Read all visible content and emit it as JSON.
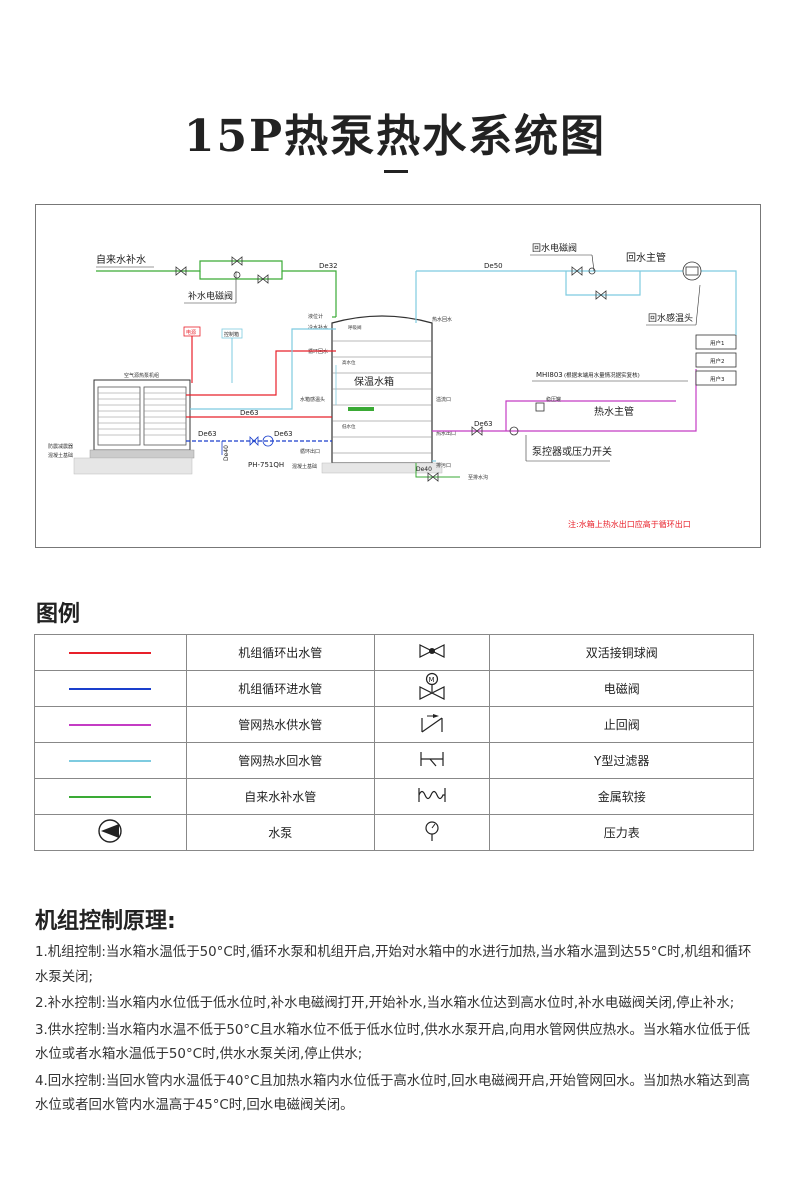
{
  "title": "15P热泵热水系统图",
  "diagram": {
    "labels": {
      "tap_water_inlet": "自来水补水",
      "makeup_solenoid_valve": "补水电磁阀",
      "return_solenoid_valve": "回水电磁阀",
      "return_main": "回水主管",
      "return_temp_head": "回水感温头",
      "tank": "保温水箱",
      "hot_water_main": "热水主管",
      "pump_controller": "泵控器或压力开关",
      "mhi_note": "(根据末端用水量情况据实复核)",
      "mhi_model": "MHI803",
      "heat_pump_unit": "空气源热泵机组",
      "de32": "De32",
      "de50": "De50",
      "de63_a": "De63",
      "de63_b": "De63",
      "de63_c": "De63",
      "de63_d": "De63",
      "de40_a": "De40",
      "de40_b": "De40",
      "pump_model": "PH-751QH",
      "user1": "用户1",
      "user2": "用户2",
      "user3": "用户3",
      "power": "电源",
      "controller": "控制箱",
      "level_gauge": "液位计",
      "cold_makeup": "冷水补水",
      "hot_return": "热水回水",
      "circ_return": "循环回水",
      "tank_temp_sensor": "水箱感温头",
      "hot_outlet": "热水出口",
      "circ_outlet": "循环出口",
      "drain": "排污口",
      "pressure_tank": "稳压罐",
      "foundation_a": "混凝土基础",
      "foundation_b": "混凝土基础",
      "anti_vibration": "防震减震器",
      "drain_pipe": "至排水沟",
      "overflow": "溢流口",
      "relief": "呼吸阀",
      "high_level": "高水位",
      "low_level": "低水位",
      "note": "注:水箱上热水出口应高于循环出口"
    }
  },
  "legend": {
    "heading": "图例",
    "rows": [
      {
        "line_color": "#e8202a",
        "line_label": "机组循环出水管",
        "symbol": "double-ball-valve-icon",
        "symbol_label": "双活接铜球阀"
      },
      {
        "line_color": "#1a3fcc",
        "line_label": "机组循环进水管",
        "symbol": "solenoid-valve-icon",
        "symbol_label": "电磁阀"
      },
      {
        "line_color": "#c43cc4",
        "line_label": "管网热水供水管",
        "symbol": "check-valve-icon",
        "symbol_label": "止回阀"
      },
      {
        "line_color": "#7ecbe0",
        "line_label": "管网热水回水管",
        "symbol": "y-filter-icon",
        "symbol_label": "Y型过滤器"
      },
      {
        "line_color": "#3aaa35",
        "line_label": "自来水补水管",
        "symbol": "flexible-joint-icon",
        "symbol_label": "金属软接"
      },
      {
        "line_color": "",
        "line_label": "水泵",
        "symbol": "pressure-gauge-icon",
        "symbol_label": "压力表"
      }
    ]
  },
  "principles": {
    "heading": "机组控制原理:",
    "items": [
      "1.机组控制:当水箱水温低于50°C时,循环水泵和机组开启,开始对水箱中的水进行加热,当水箱水温到达55°C时,机组和循环水泵关闭;",
      "2.补水控制:当水箱内水位低于低水位时,补水电磁阀打开,开始补水,当水箱水位达到高水位时,补水电磁阀关闭,停止补水;",
      "3.供水控制:当水箱内水温不低于50°C且水箱水位不低于低水位时,供水水泵开启,向用水管网供应热水。当水箱水位低于低水位或者水箱水温低于50°C时,供水水泵关闭,停止供水;",
      "4.回水控制:当回水管内水温低于40°C且加热水箱内水位低于高水位时,回水电磁阀开启,开始管网回水。当加热水箱达到高水位或者回水管内水温高于45°C时,回水电磁阀关闭。"
    ]
  }
}
